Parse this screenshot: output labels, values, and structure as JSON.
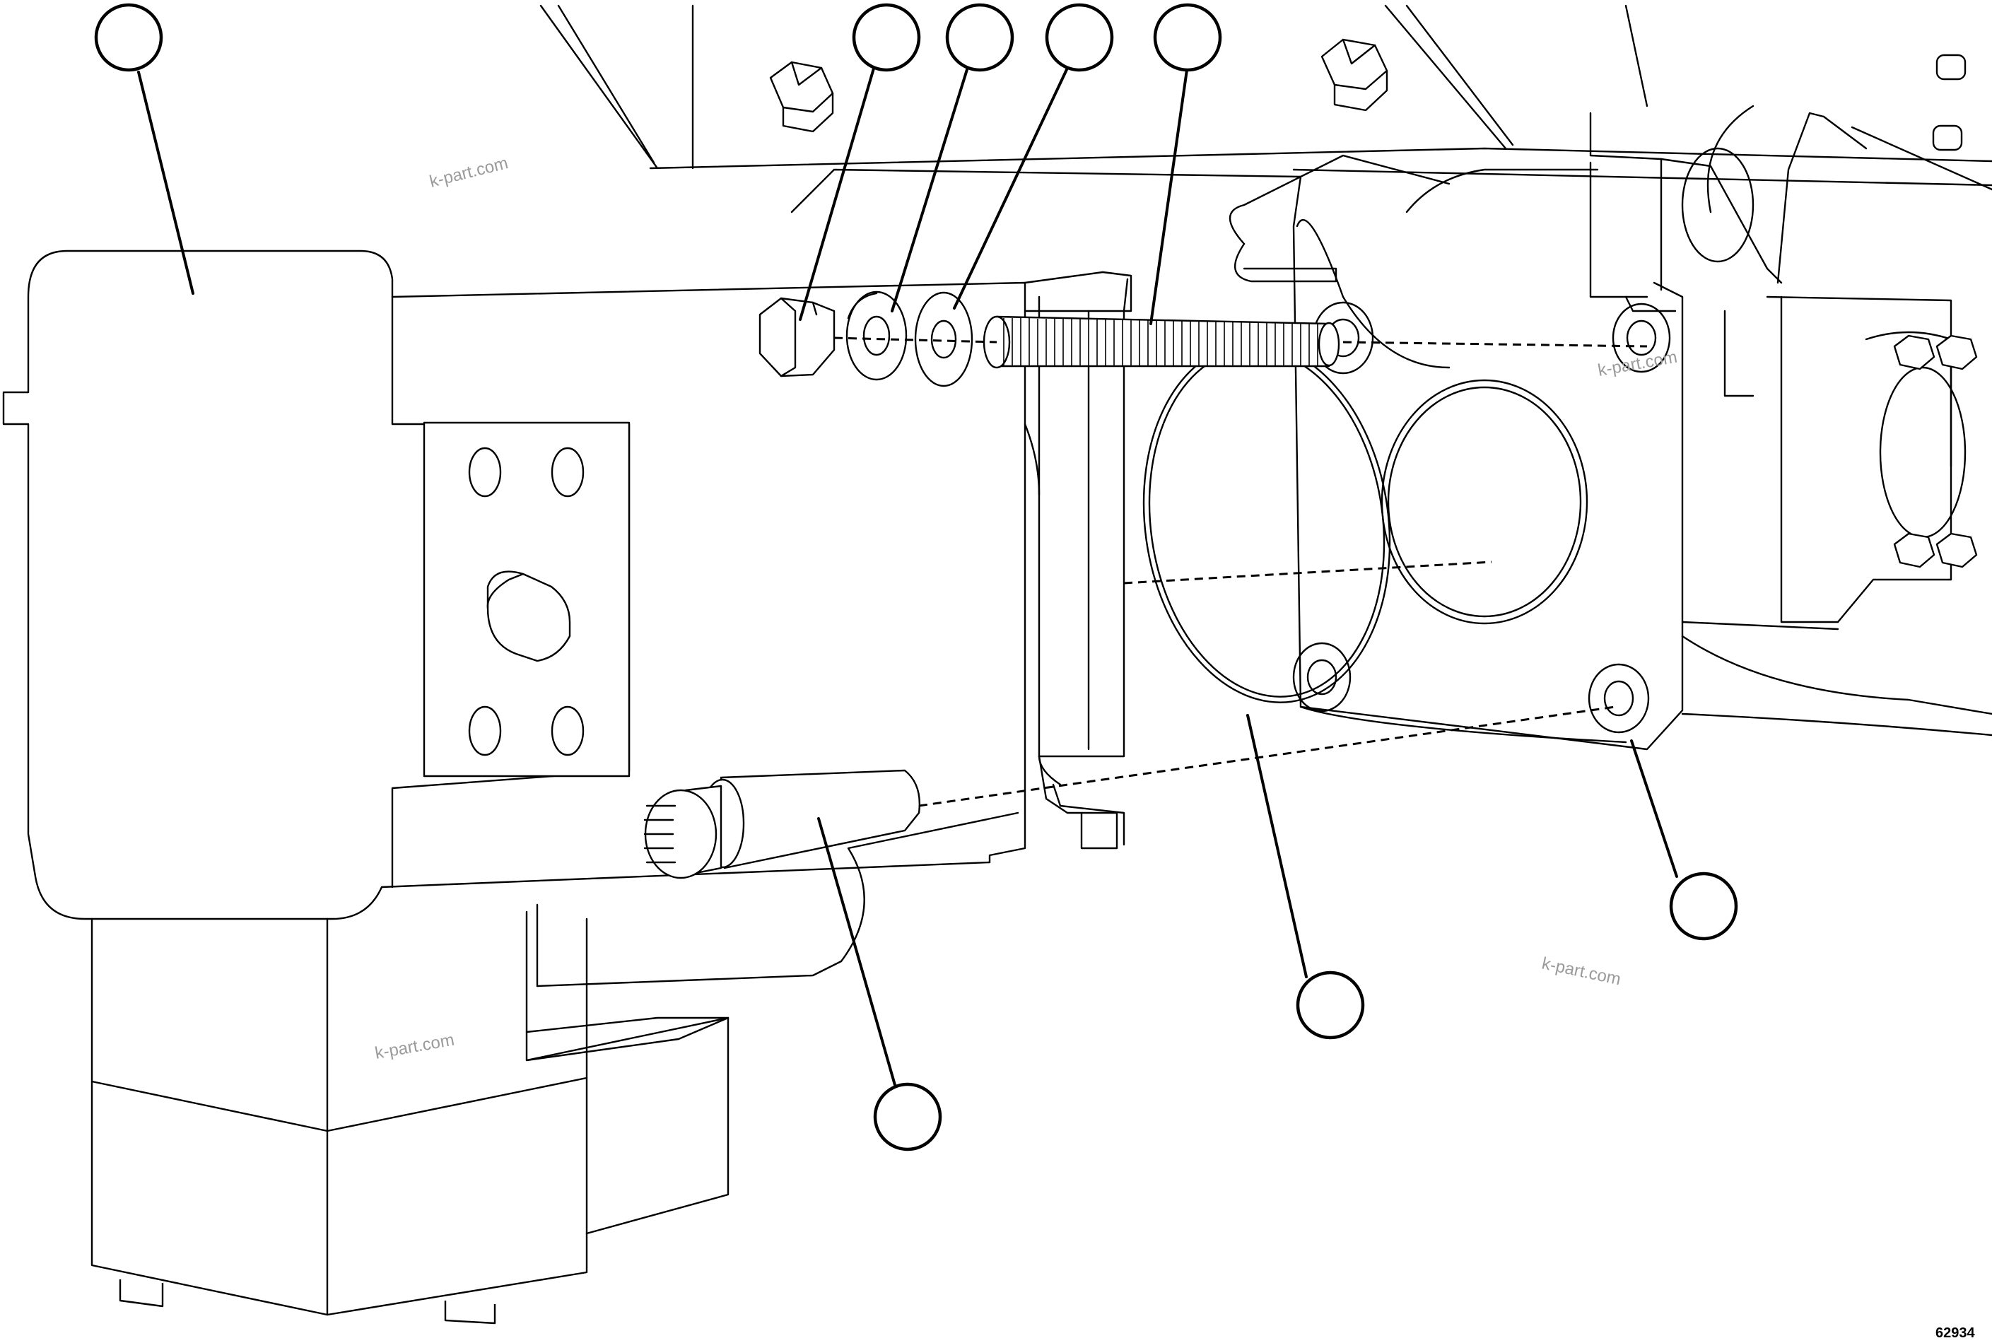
{
  "watermarks": [
    "k-part.com",
    "k-part.com",
    "k-part.com",
    "k-part.com"
  ],
  "figure_number": "62934",
  "callouts": [
    {
      "id": "housing"
    },
    {
      "id": "nut"
    },
    {
      "id": "lock-washer"
    },
    {
      "id": "flat-washer"
    },
    {
      "id": "stud"
    },
    {
      "id": "o-ring"
    },
    {
      "id": "dowel-pin"
    },
    {
      "id": "shaft"
    }
  ]
}
